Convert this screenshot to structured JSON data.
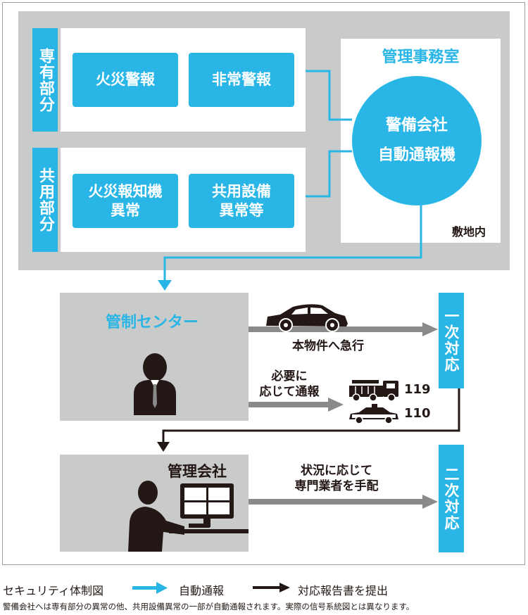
{
  "top": {
    "senyu_label": "専有部分",
    "kyoyo_label": "共用部分",
    "fire_alarm": "火災警報",
    "emergency_alarm": "非常警報",
    "fire_detector_line1": "火災報知機",
    "fire_detector_line2": "異常",
    "shared_equip_line1": "共用設備",
    "shared_equip_line2": "異常等",
    "office_title": "管理事務室",
    "device_line1": "警備会社",
    "device_line2": "自動通報機",
    "premises": "敷地内"
  },
  "center": {
    "title": "管制センター",
    "rush_label": "本物件へ急行",
    "report_line1": "必要に",
    "report_line2": "応じて通報",
    "fire_number": "119",
    "police_number": "110"
  },
  "company": {
    "title": "管理会社",
    "arrange_line1": "状況に応じて",
    "arrange_line2": "専門業者を手配"
  },
  "responses": {
    "first": "一次対応",
    "second": "二次対応"
  },
  "legend": {
    "title": "セキュリティ体制図",
    "auto": "自動通報",
    "report": "対応報告書を提出",
    "auto_color": "#29b6e6",
    "report_color": "#231815"
  },
  "note": "警備会社へは専有部分の異常の他、共用設備異常の一部が自動通報されます。実際の信号系統図とは異なります。"
}
